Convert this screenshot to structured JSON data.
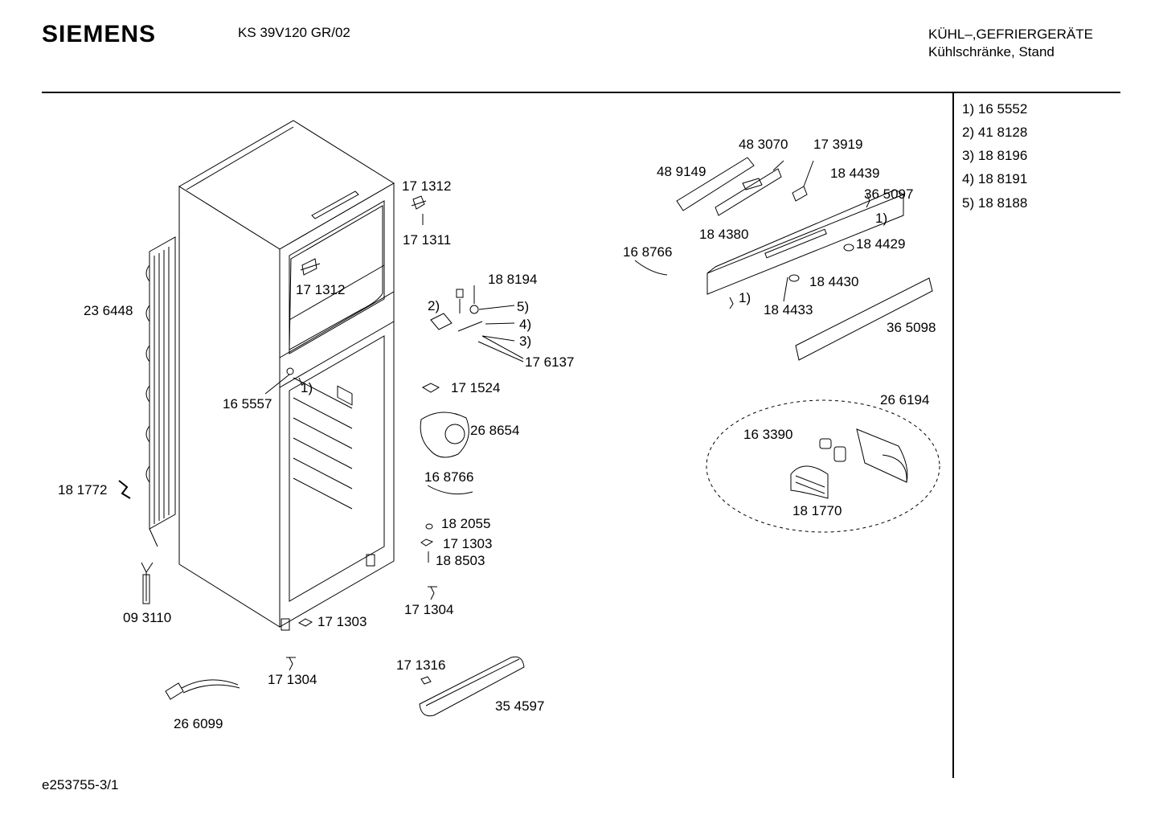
{
  "header": {
    "brand": "SIEMENS",
    "model": "KS 39V120 GR/02",
    "category_line1": "KÜHL–,GEFRIERGERÄTE",
    "category_line2": "Kühlschränke, Stand"
  },
  "legend": [
    {
      "key": "1)",
      "part": "16 5552"
    },
    {
      "key": "2)",
      "part": "41 8128"
    },
    {
      "key": "3)",
      "part": "18 8196"
    },
    {
      "key": "4)",
      "part": "18 8191"
    },
    {
      "key": "5)",
      "part": "18 8188"
    }
  ],
  "labels": {
    "l_171312_a": "17 1312",
    "l_171311": "17 1311",
    "l_171312_b": "17 1312",
    "l_236448": "23 6448",
    "l_188194": "18 8194",
    "l_2": "2)",
    "l_5": "5)",
    "l_4": "4)",
    "l_3": "3)",
    "l_176137": "17 6137",
    "l_165557": "16 5557",
    "l_1_left": "1)",
    "l_171524": "17 1524",
    "l_268654": "26 8654",
    "l_168766_mid": "16 8766",
    "l_181772": "18 1772",
    "l_182055": "18 2055",
    "l_171303_a": "17 1303",
    "l_188503": "18 8503",
    "l_171304_a": "17 1304",
    "l_093110": "09 3110",
    "l_171303_b": "17 1303",
    "l_171316": "17 1316",
    "l_171304_b": "17 1304",
    "l_354597": "35 4597",
    "l_266099": "26 6099",
    "l_483070": "48 3070",
    "l_173919": "17 3919",
    "l_489149": "48 9149",
    "l_184439": "18 4439",
    "l_365097": "36 5097",
    "l_1_r1": "1)",
    "l_184429": "18 4429",
    "l_168766_r": "16 8766",
    "l_184380": "18 4380",
    "l_184430": "18 4430",
    "l_1_r2": "1)",
    "l_184433": "18 4433",
    "l_365098": "36 5098",
    "l_266194": "26 6194",
    "l_163390": "16 3390",
    "l_181770": "18 1770"
  },
  "footer": {
    "code": "e253755-3/1"
  }
}
